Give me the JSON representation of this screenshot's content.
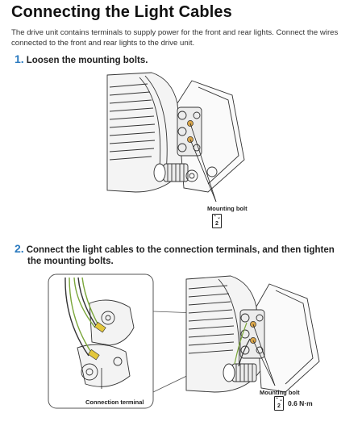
{
  "page": {
    "title": "Connecting the Light Cables",
    "intro": "The drive unit contains terminals to supply power for the front and rear lights. Connect the wires connected to the front and rear lights to the drive unit."
  },
  "steps": [
    {
      "number": "1.",
      "text": "Loosen the mounting bolts."
    },
    {
      "number": "2.",
      "text_line1": "Connect the light cables to the connection terminals, and then tighten",
      "text_line2": "the mounting bolts."
    }
  ],
  "figure1": {
    "callout": "Mounting bolt",
    "tool_icon": "hex-key-icon",
    "tool_size": "2"
  },
  "figure2": {
    "callout_left": "Connection terminal",
    "callout_right": "Mounting bolt",
    "tool_icon": "hex-key-icon",
    "tool_size": "2",
    "torque": "0.6 N·m"
  },
  "colors": {
    "accent": "#2a7abf",
    "bolt": "#d9a54a",
    "wire_green": "#7aa63a",
    "wire_yellow": "#e3c73c"
  }
}
